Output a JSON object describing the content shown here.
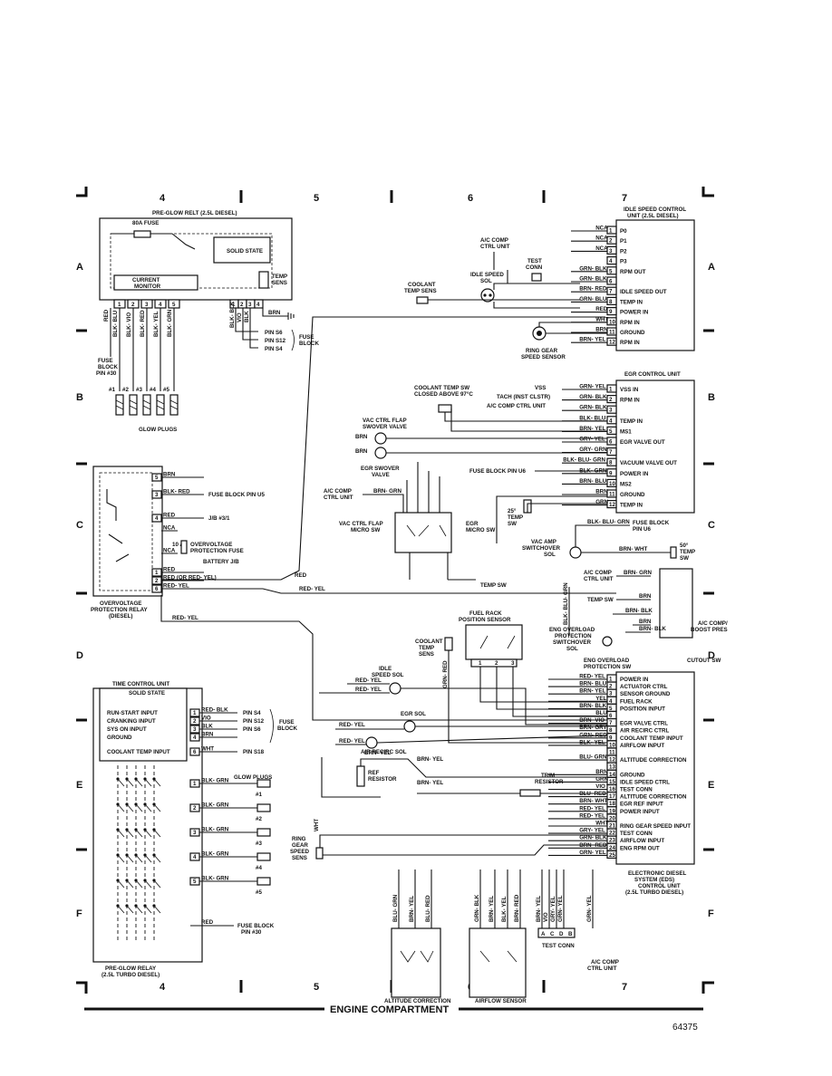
{
  "grid": {
    "columns": [
      "4",
      "5",
      "6",
      "7"
    ],
    "rows": [
      "A",
      "B",
      "C",
      "D",
      "E",
      "F"
    ]
  },
  "footer": {
    "title": "ENGINE COMPARTMENT",
    "figure_number": "64375"
  },
  "preglow_relay_25l": {
    "title": "PRE-GLOW RELT (2.5L DIESEL)",
    "fuse_80a": "80A FUSE",
    "solid_state": "SOLID STATE",
    "current_monitor": "CURRENT\nMONITOR",
    "temp_sens": "TEMP\nSENS",
    "pins_left": [
      "1",
      "2",
      "3",
      "4",
      "5"
    ],
    "pins_right": [
      "1",
      "2",
      "3",
      "4"
    ],
    "wires": [
      "RED",
      "BLK- BLU",
      "BLK- VIO",
      "BLK- RED",
      "BLK- YEL",
      "BLK- GRN",
      "BLK- BLK",
      "VIO",
      "BLK",
      "BRN"
    ],
    "fuse_block_note": "FUSE\nBLOCK\nPIN #30",
    "fuse_block_pins": [
      "PIN S6",
      "PIN S12",
      "PIN S4"
    ],
    "fuse_block_label": "FUSE\nBLOCK",
    "glow_plug_numbers": [
      "#1",
      "#2",
      "#3",
      "#4",
      "#5"
    ],
    "glow_plugs_label": "GLOW PLUGS"
  },
  "idle_speed_control_unit": {
    "title": "IDLE SPEED CONTROL\nUNIT (2.5L DIESEL)",
    "pins": [
      {
        "num": "1",
        "label": "P0",
        "wire": "NCA"
      },
      {
        "num": "2",
        "label": "P1",
        "wire": "NCA"
      },
      {
        "num": "3",
        "label": "P2",
        "wire": "NCA"
      },
      {
        "num": "4",
        "label": "P3",
        "wire": ""
      },
      {
        "num": "5",
        "label": "RPM OUT",
        "wire": "GRN- BLK"
      },
      {
        "num": "6",
        "label": "",
        "wire": "GRN- BLK"
      },
      {
        "num": "7",
        "label": "IDLE SPEED OUT",
        "wire": "BRN- RED"
      },
      {
        "num": "8",
        "label": "TEMP IN",
        "wire": "GRN- BLU"
      },
      {
        "num": "9",
        "label": "POWER IN",
        "wire": "RED"
      },
      {
        "num": "10",
        "label": "RPM IN",
        "wire": "WHT"
      },
      {
        "num": "11",
        "label": "GROUND",
        "wire": "BRN"
      },
      {
        "num": "12",
        "label": "RPM IN",
        "wire": "BRN- YEL"
      }
    ],
    "ac_comp": "A/C COMP\nCTRL UNIT",
    "test_conn": "TEST\nCONN",
    "idle_speed_sol": "IDLE SPEED\nSOL",
    "coolant_temp_sens": "COOLANT\nTEMP SENS",
    "ring_gear": "RING GEAR\nSPEED SENSOR"
  },
  "egr_control_unit": {
    "title": "EGR CONTROL UNIT",
    "pins": [
      {
        "num": "1",
        "label": "VSS IN",
        "wire": "GRN- YEL"
      },
      {
        "num": "2",
        "label": "RPM IN",
        "wire": "GRN- BLK"
      },
      {
        "num": "3",
        "label": "",
        "wire": "GRN- BLK"
      },
      {
        "num": "4",
        "label": "TEMP IN",
        "wire": "BLK- BLU"
      },
      {
        "num": "5",
        "label": "MS1",
        "wire": "BRN- YEL"
      },
      {
        "num": "6",
        "label": "EGR VALVE OUT",
        "wire": "GRY- YEL"
      },
      {
        "num": "7",
        "label": "",
        "wire": "GRY- GRN"
      },
      {
        "num": "8",
        "label": "VACUUM VALVE OUT",
        "wire": "BLK- BLU- GRN"
      },
      {
        "num": "9",
        "label": "POWER IN",
        "wire": "BLK- GRN"
      },
      {
        "num": "10",
        "label": "MS2",
        "wire": "BRN- BLU"
      },
      {
        "num": "11",
        "label": "GROUND",
        "wire": "BRN"
      },
      {
        "num": "12",
        "label": "TEMP IN",
        "wire": "GRN"
      }
    ],
    "vss": "VSS",
    "tach": "TACH (INST CLSTR)",
    "ac_comp_ctrl": "A/C COMP CTRL UNIT",
    "coolant_temp_sw": "COOLANT TEMP SW\nCLOSED ABOVE 97°C",
    "vac_ctrl_flap_valve": "VAC CTRL FLAP\nSWOVER VALVE",
    "egr_swover_valve": "EGR SWOVER\nVALVE",
    "fuse_block_u6": "FUSE BLOCK PIN U6",
    "ac_comp_ctrl_unit": "A/C COMP\nCTRL UNIT",
    "ac_comp_wire": "BRN- GRN",
    "vac_ctrl_flap_micro": "VAC CTRL FLAP\nMICRO SW",
    "egr_micro": "EGR\nMICRO SW",
    "temp_sw_25": "25°\nTEMP\nSW",
    "temp_sw": "TEMP SW"
  },
  "overvoltage_relay": {
    "label": "OVERVOLTAGE\nPROTECTION RELAY\n(DIESEL)",
    "wires": [
      "BRN",
      "BLK- RED",
      "RED",
      "NCA",
      "NCA",
      "RED",
      "RED (OR RED- YEL)",
      "RED- YEL"
    ],
    "pins": [
      "5",
      "3",
      "4",
      "",
      "",
      "1",
      "2",
      "6"
    ],
    "fuse_block_u5": "FUSE BLOCK PIN U5",
    "jb_note": "J/B #3/1",
    "fuse_10a": "10 A",
    "overvoltage_fuse": "OVERVOLTAGE\nPROTECTION FUSE",
    "battery": "BATTERY J/B"
  },
  "right_middle": {
    "fuse_block_u6": "FUSE BLOCK\nPIN U6",
    "vac_amp": "VAC AMP\nSWITCHOVER\nSOL",
    "temp_sw_50": "50°\nTEMP\nSW",
    "ac_comp_ctrl": "A/C COMP\nCTRL UNIT",
    "temp_sw": "TEMP SW",
    "ac_boost": "A/C COMP/\nBOOST PRES\nCUTOUT SW",
    "eng_overload_sol": "ENG OVERLOAD\nPROTECTION\nSWITCHOVER\nSOL",
    "eng_overload_sw": "ENG OVERLOAD\nPROTECTION SW",
    "wires": [
      "BLK- BLU- GRN",
      "BRN- WHT",
      "BRN- GRN",
      "BRN",
      "BRN- BLK",
      "BRN",
      "BRN- BLK",
      "BLK- BLU- GRN"
    ]
  },
  "time_control_unit": {
    "title": "TIME CONTROL UNIT",
    "solid_state": "SOLID STATE",
    "inputs": [
      {
        "label": "RUN-START INPUT",
        "pin": "1",
        "wire": "RED- BLK",
        "dest": "PIN S4"
      },
      {
        "label": "CRANKING INPUT",
        "pin": "2",
        "wire": "VIO",
        "dest": "PIN S12"
      },
      {
        "label": "SYS ON INPUT",
        "pin": "3",
        "wire": "BLK",
        "dest": "PIN S6"
      },
      {
        "label": "GROUND",
        "pin": "4",
        "wire": "BRN",
        "dest": ""
      },
      {
        "label": "COOLANT TEMP INPUT",
        "pin": "6",
        "wire": "WHT",
        "dest": "PIN S18"
      }
    ],
    "fuse_block": "FUSE\nBLOCK",
    "glow_plugs": "GLOW PLUGS",
    "plugs": [
      {
        "pin": "1",
        "wire": "BLK- GRN",
        "num": "#1"
      },
      {
        "pin": "2",
        "wire": "BLK- GRN",
        "num": "#2"
      },
      {
        "pin": "3",
        "wire": "BLK- GRN",
        "num": "#3"
      },
      {
        "pin": "4",
        "wire": "BLK- GRN",
        "num": "#4"
      },
      {
        "pin": "5",
        "wire": "BLK- GRN",
        "num": "#5"
      }
    ],
    "red_wire": "RED",
    "fuse_block_30": "FUSE BLOCK\nPIN #30",
    "relay_label": "PRE-GLOW RELAY\n(2.5L TURBO DIESEL)"
  },
  "eds_unit": {
    "title": "ELECTRONIC DIESEL\nSYSTEM (EDS)\nCONTROL UNIT\n(2.5L TURBO DIESEL)",
    "pins": [
      {
        "num": "1",
        "label": "POWER IN",
        "wire": "RED- YEL"
      },
      {
        "num": "2",
        "label": "ACTUATOR CTRL",
        "wire": "BRN- BLU"
      },
      {
        "num": "3",
        "label": "SENSOR GROUND",
        "wire": "BRN- YEL"
      },
      {
        "num": "4",
        "label": "FUEL RACK",
        "wire": "YEL"
      },
      {
        "num": "5",
        "label": "POSITION INPUT",
        "wire": "BRN- BLK"
      },
      {
        "num": "6",
        "label": "",
        "wire": "BLU"
      },
      {
        "num": "7",
        "label": "EGR VALVE CTRL",
        "wire": "BRN- VIO"
      },
      {
        "num": "8",
        "label": "AIR RECIRC CTRL",
        "wire": "BRN- GRY"
      },
      {
        "num": "9",
        "label": "COOLANT TEMP INPUT",
        "wire": "GRN- RED"
      },
      {
        "num": "10",
        "label": "AIRFLOW INPUT",
        "wire": "BLK- YEL"
      },
      {
        "num": "11",
        "label": "",
        "wire": ""
      },
      {
        "num": "12",
        "label": "ALTITUDE CORRECTION",
        "wire": "BLU- GRN"
      },
      {
        "num": "13",
        "label": "",
        "wire": ""
      },
      {
        "num": "14",
        "label": "GROUND",
        "wire": "BRN"
      },
      {
        "num": "15",
        "label": "IDLE SPEED CTRL",
        "wire": "GRN"
      },
      {
        "num": "16",
        "label": "TEST CONN",
        "wire": "VIO"
      },
      {
        "num": "17",
        "label": "ALTITUDE CORRECTION",
        "wire": "BLU- RED"
      },
      {
        "num": "18",
        "label": "EGR REF INPUT",
        "wire": "BRN- WHT"
      },
      {
        "num": "19",
        "label": "POWER INPUT",
        "wire": "RED- YEL"
      },
      {
        "num": "20",
        "label": "",
        "wire": "RED- YEL"
      },
      {
        "num": "21",
        "label": "RING GEAR SPEED INPUT",
        "wire": "WHT"
      },
      {
        "num": "22",
        "label": "TEST CONN",
        "wire": "GRY- YEL"
      },
      {
        "num": "23",
        "label": "AIRFLOW INPUT",
        "wire": "GRN- BLK"
      },
      {
        "num": "24",
        "label": "ENG RPM OUT",
        "wire": "BRN- RED"
      },
      {
        "num": "25",
        "label": "",
        "wire": "GRN- YEL"
      }
    ],
    "fuel_rack": "FUEL RACK\nPOSITION SENSOR",
    "coolant_sens": "COOLANT\nTEMP\nSENS",
    "idle_sol": "IDLE\nSPEED SOL",
    "egr_sol": "EGR SOL",
    "air_recirc_sol": "AIR RECIRC SOL",
    "ref_resistor": "REF\nRESISTOR",
    "trim_resistor": "TRIM\nRESISTOR",
    "ring_gear": "RING\nGEAR\nSPEED\nSENS",
    "altitude": "ALTITUDE CORRECTION",
    "airflow": "AIRFLOW SENSOR",
    "test_conn": "TEST CONN",
    "ac_comp": "A/C COMP\nCTRL UNIT",
    "bottom_wires": [
      "BLU- GRN",
      "BRN- YEL",
      "BLU- RED",
      "GRN- BLK",
      "BRN- YEL",
      "BLK- YEL",
      "BRN- RED",
      "BRN- YEL",
      "VIO",
      "GRY- YEL",
      "GRN- YEL",
      "GRN- YEL"
    ],
    "test_conn_pins": [
      "A",
      "C",
      "D",
      "B"
    ],
    "misc_wires": [
      "RED- YEL",
      "RED- YEL",
      "RED- YEL",
      "RED- YEL",
      "BRN- YEL",
      "BRN- YEL",
      "BRN- YEL",
      "WHT",
      "GRN- RED"
    ]
  }
}
